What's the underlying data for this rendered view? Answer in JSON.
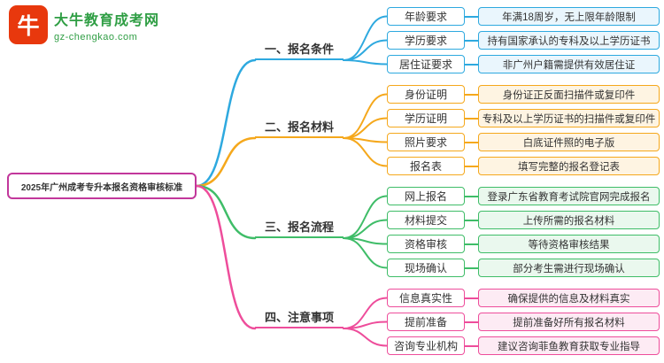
{
  "logo": {
    "icon": "bull-icon",
    "icon_glyph": "牛",
    "icon_color": "#E8380D",
    "text_color": "#2F9E44",
    "title": "大牛教育成考网",
    "url": "gz-chengkao.com"
  },
  "root": {
    "label": "2025年广州成考专升本报名资格审核标准",
    "color": "#C2379B"
  },
  "branches": [
    {
      "label": "一、报名条件",
      "color": "#2EA9DF",
      "tint": "#EAF6FD",
      "items": [
        {
          "label": "年龄要求",
          "value": "年满18周岁，无上限年龄限制"
        },
        {
          "label": "学历要求",
          "value": "持有国家承认的专科及以上学历证书"
        },
        {
          "label": "居住证要求",
          "value": "非广州户籍需提供有效居住证"
        }
      ]
    },
    {
      "label": "二、报名材料",
      "color": "#F5A81C",
      "tint": "#FEF4E2",
      "items": [
        {
          "label": "身份证明",
          "value": "身份证正反面扫描件或复印件"
        },
        {
          "label": "学历证明",
          "value": "专科及以上学历证书的扫描件或复印件"
        },
        {
          "label": "照片要求",
          "value": "白底证件照的电子版"
        },
        {
          "label": "报名表",
          "value": "填写完整的报名登记表"
        }
      ]
    },
    {
      "label": "三、报名流程",
      "color": "#3FBD68",
      "tint": "#EAF8EE",
      "items": [
        {
          "label": "网上报名",
          "value": "登录广东省教育考试院官网完成报名"
        },
        {
          "label": "材料提交",
          "value": "上传所需的报名材料"
        },
        {
          "label": "资格审核",
          "value": "等待资格审核结果"
        },
        {
          "label": "现场确认",
          "value": "部分考生需进行现场确认"
        }
      ]
    },
    {
      "label": "四、注意事项",
      "color": "#EE4D9B",
      "tint": "#FDEBF4",
      "items": [
        {
          "label": "信息真实性",
          "value": "确保提供的信息及材料真实"
        },
        {
          "label": "提前准备",
          "value": "提前准备好所有报名材料"
        },
        {
          "label": "咨询专业机构",
          "value": "建议咨询菲鱼教育获取专业指导"
        }
      ]
    }
  ]
}
